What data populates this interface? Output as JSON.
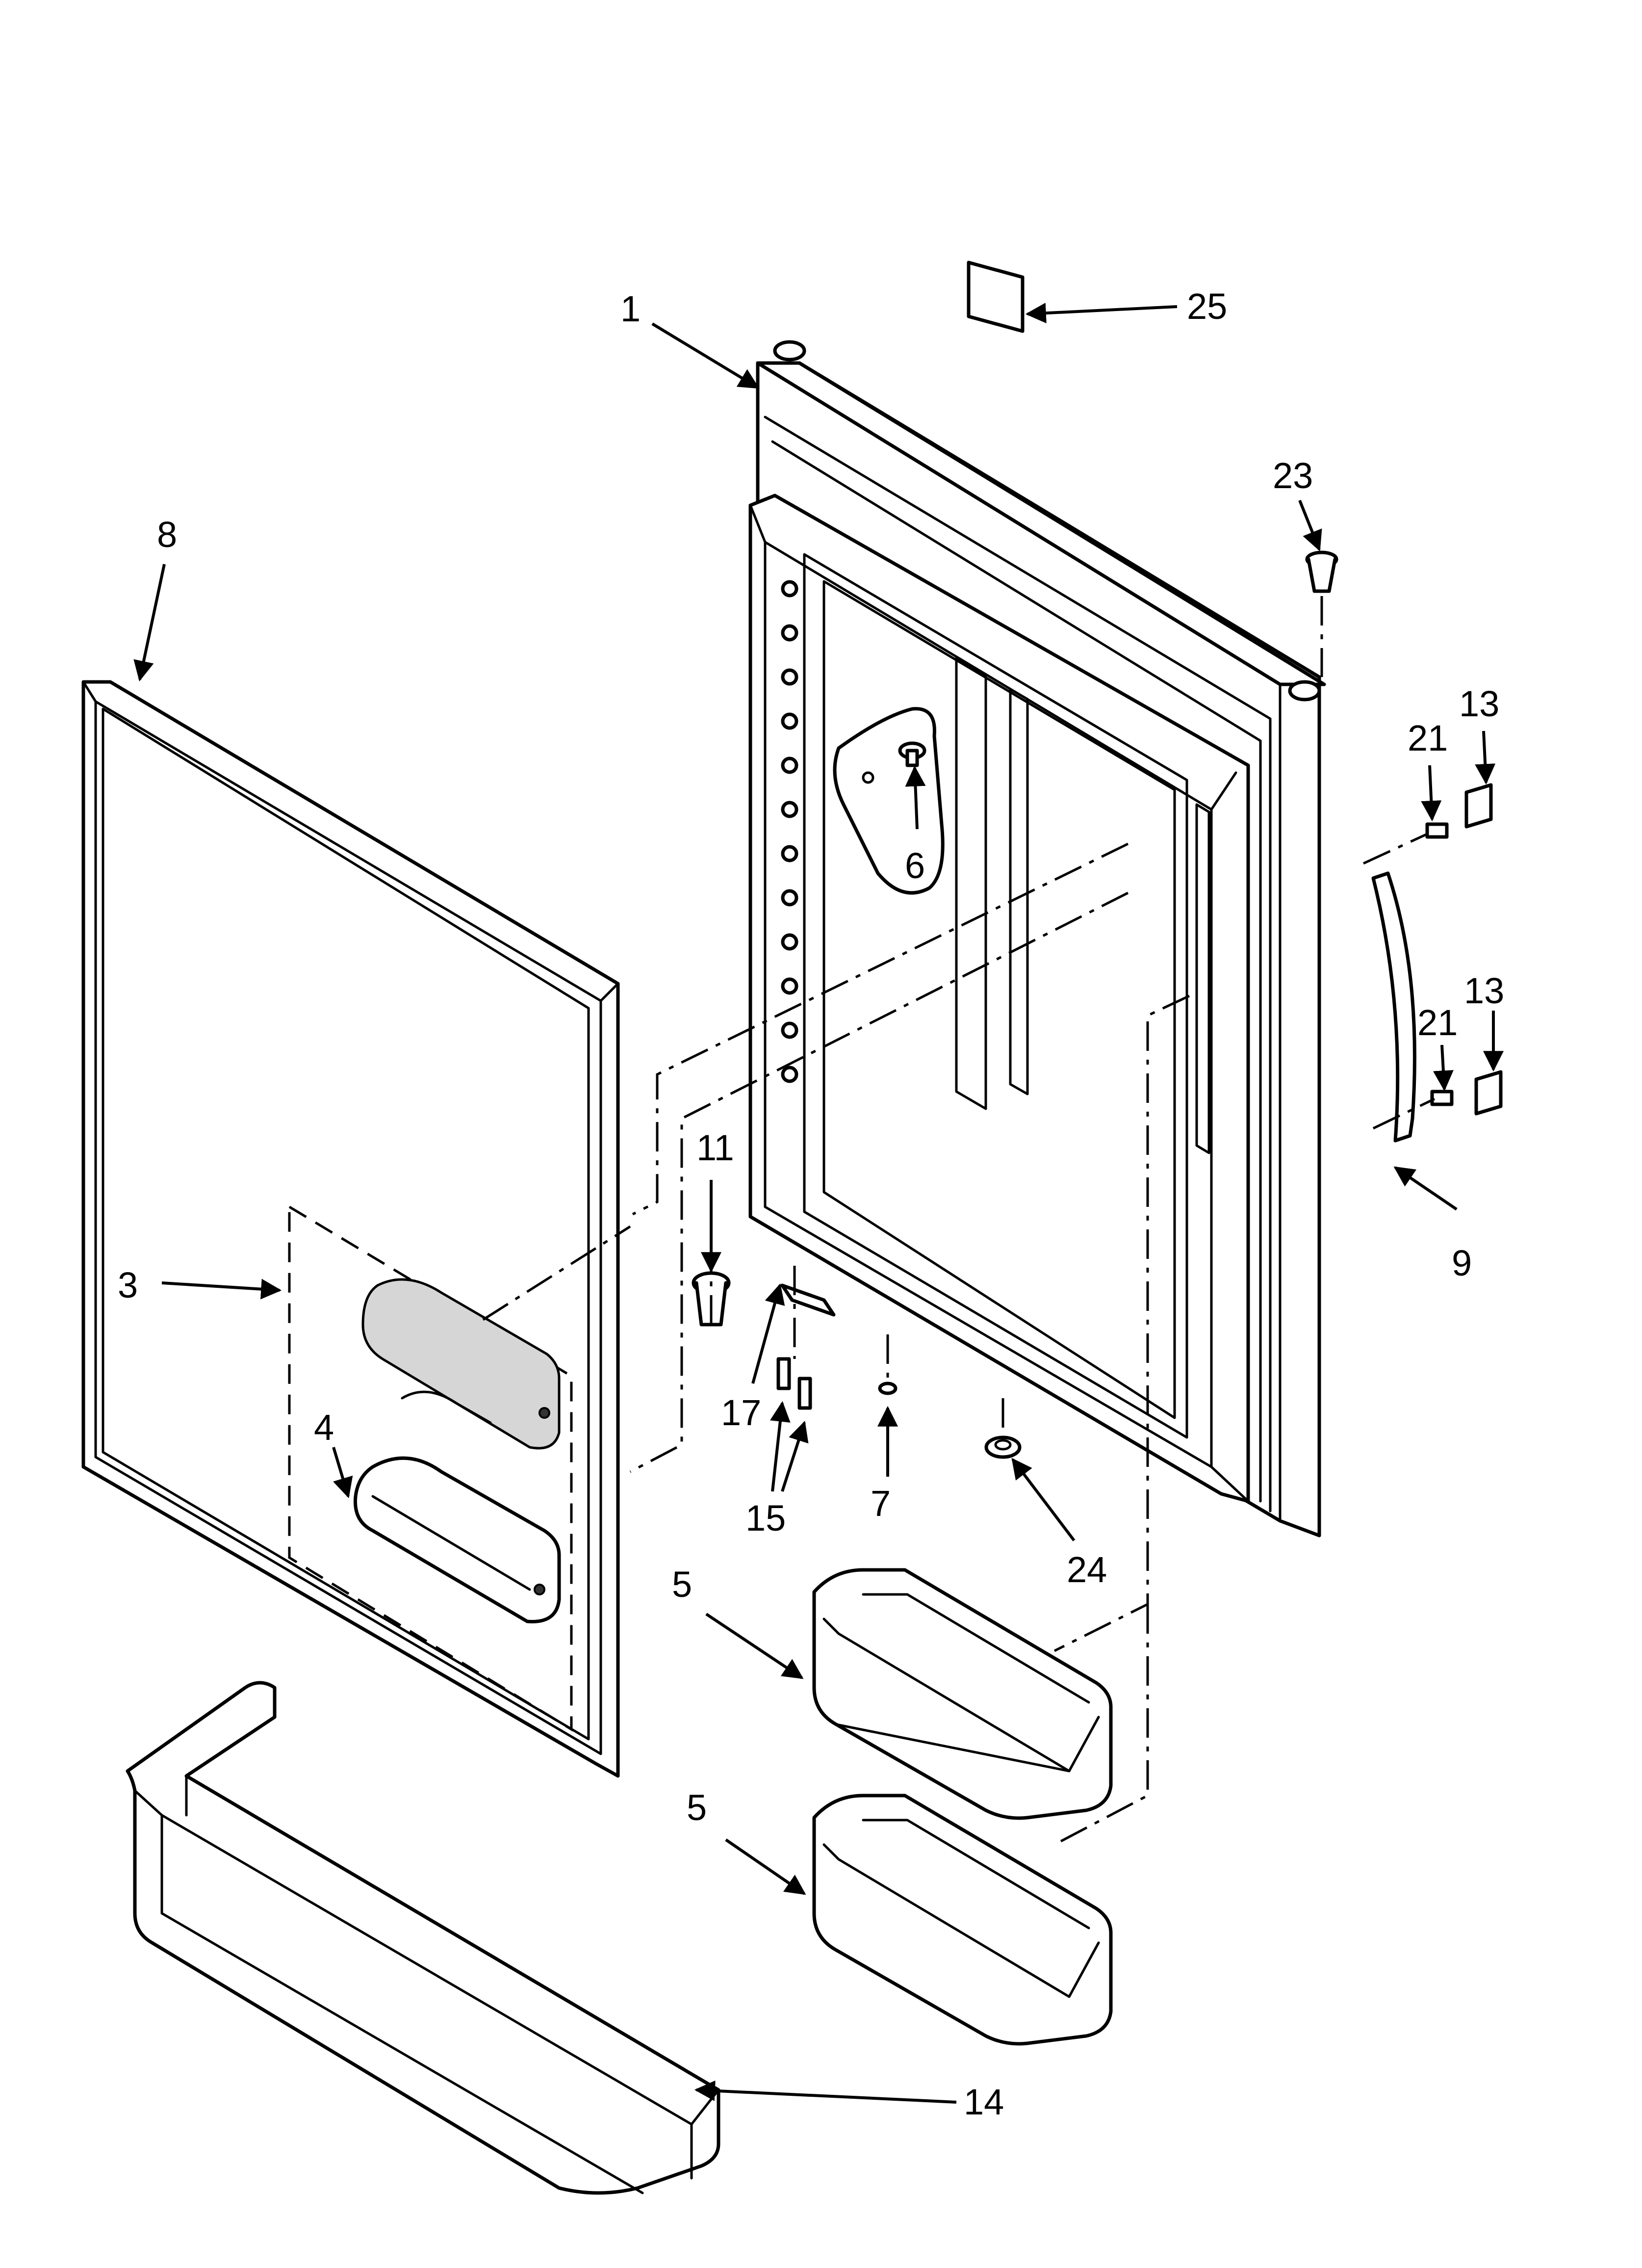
{
  "callouts": {
    "c1": "1",
    "c3": "3",
    "c4": "4",
    "c5a": "5",
    "c5b": "5",
    "c6": "6",
    "c7": "7",
    "c8": "8",
    "c9": "9",
    "c11": "11",
    "c13a": "13",
    "c13b": "13",
    "c14": "14",
    "c15": "15",
    "c17": "17",
    "c21a": "21",
    "c21b": "21",
    "c23": "23",
    "c24": "24",
    "c25": "25"
  }
}
